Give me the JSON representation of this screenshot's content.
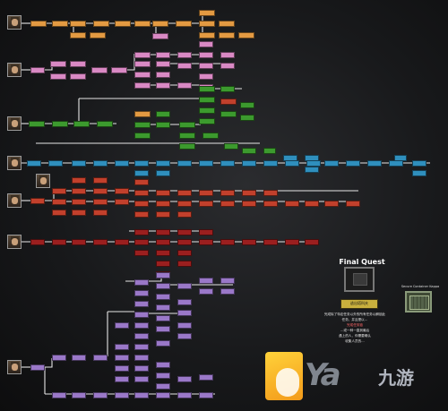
{
  "final_quest": {
    "title": "Final Quest",
    "node_label": "逃出塔科夫",
    "container_label": "Secure Container Kappa",
    "description": [
      "完成除了特定任务以外的所有任务以解锁此",
      "任务，并且是以…",
      "完成任务链",
      "…或一种一直到最后",
      "遇上的人，你需要确认",
      "收集人员的…"
    ]
  },
  "logo": {
    "mark": "Ya",
    "brand": "九游"
  },
  "traders": [
    {
      "id": "prapor",
      "color": "#e39a42"
    },
    {
      "id": "therapist",
      "color": "#d989c4"
    },
    {
      "id": "skier",
      "color": "#3c9a2e"
    },
    {
      "id": "peacekeeper",
      "color": "#2f8fbd"
    },
    {
      "id": "mechanic",
      "color": "#c2402c"
    },
    {
      "id": "ragman",
      "color": "#9b1f1f"
    },
    {
      "id": "jaeger",
      "color": "#9a78c8"
    }
  ]
}
